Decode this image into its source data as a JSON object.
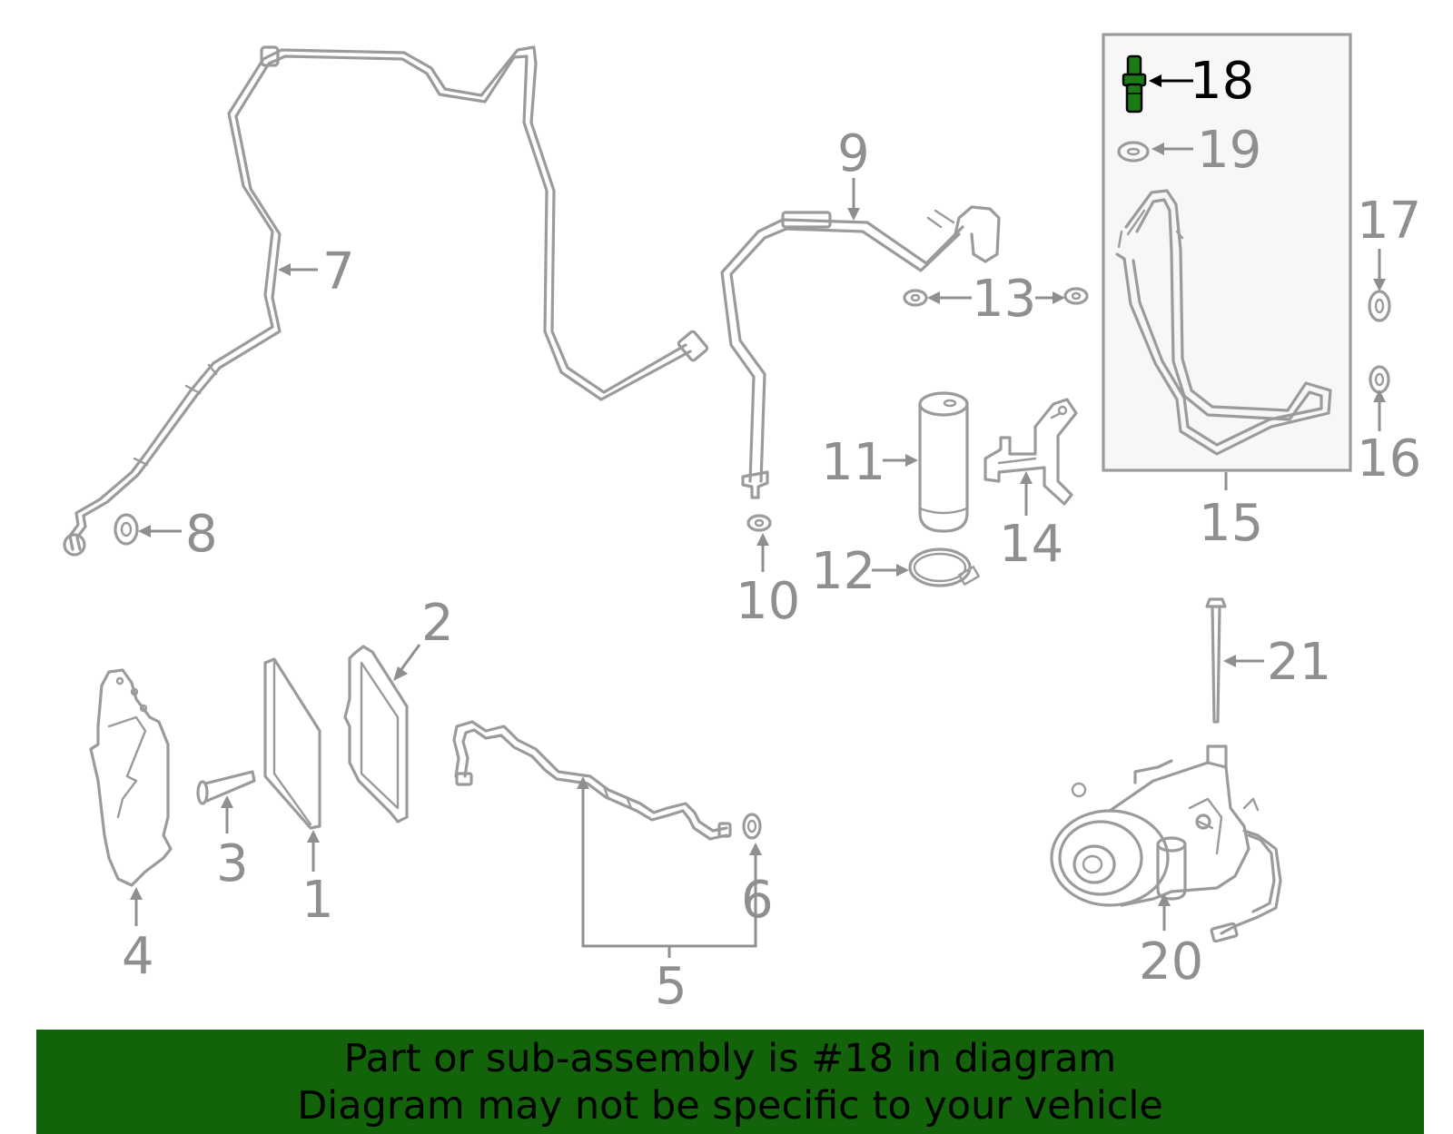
{
  "callouts": {
    "c1": "1",
    "c2": "2",
    "c3": "3",
    "c4": "4",
    "c5": "5",
    "c6": "6",
    "c7": "7",
    "c8": "8",
    "c9": "9",
    "c10": "10",
    "c11": "11",
    "c12": "12",
    "c13": "13",
    "c14": "14",
    "c15": "15",
    "c16": "16",
    "c17": "17",
    "c18": "18",
    "c19": "19",
    "c20": "20",
    "c21": "21"
  },
  "highlight": {
    "callout": "18",
    "color": "#1a7a14"
  },
  "banner": {
    "line1": "Part or sub-assembly is #18 in diagram",
    "line2": "Diagram may not be specific to your vehicle",
    "background": "#126309"
  }
}
